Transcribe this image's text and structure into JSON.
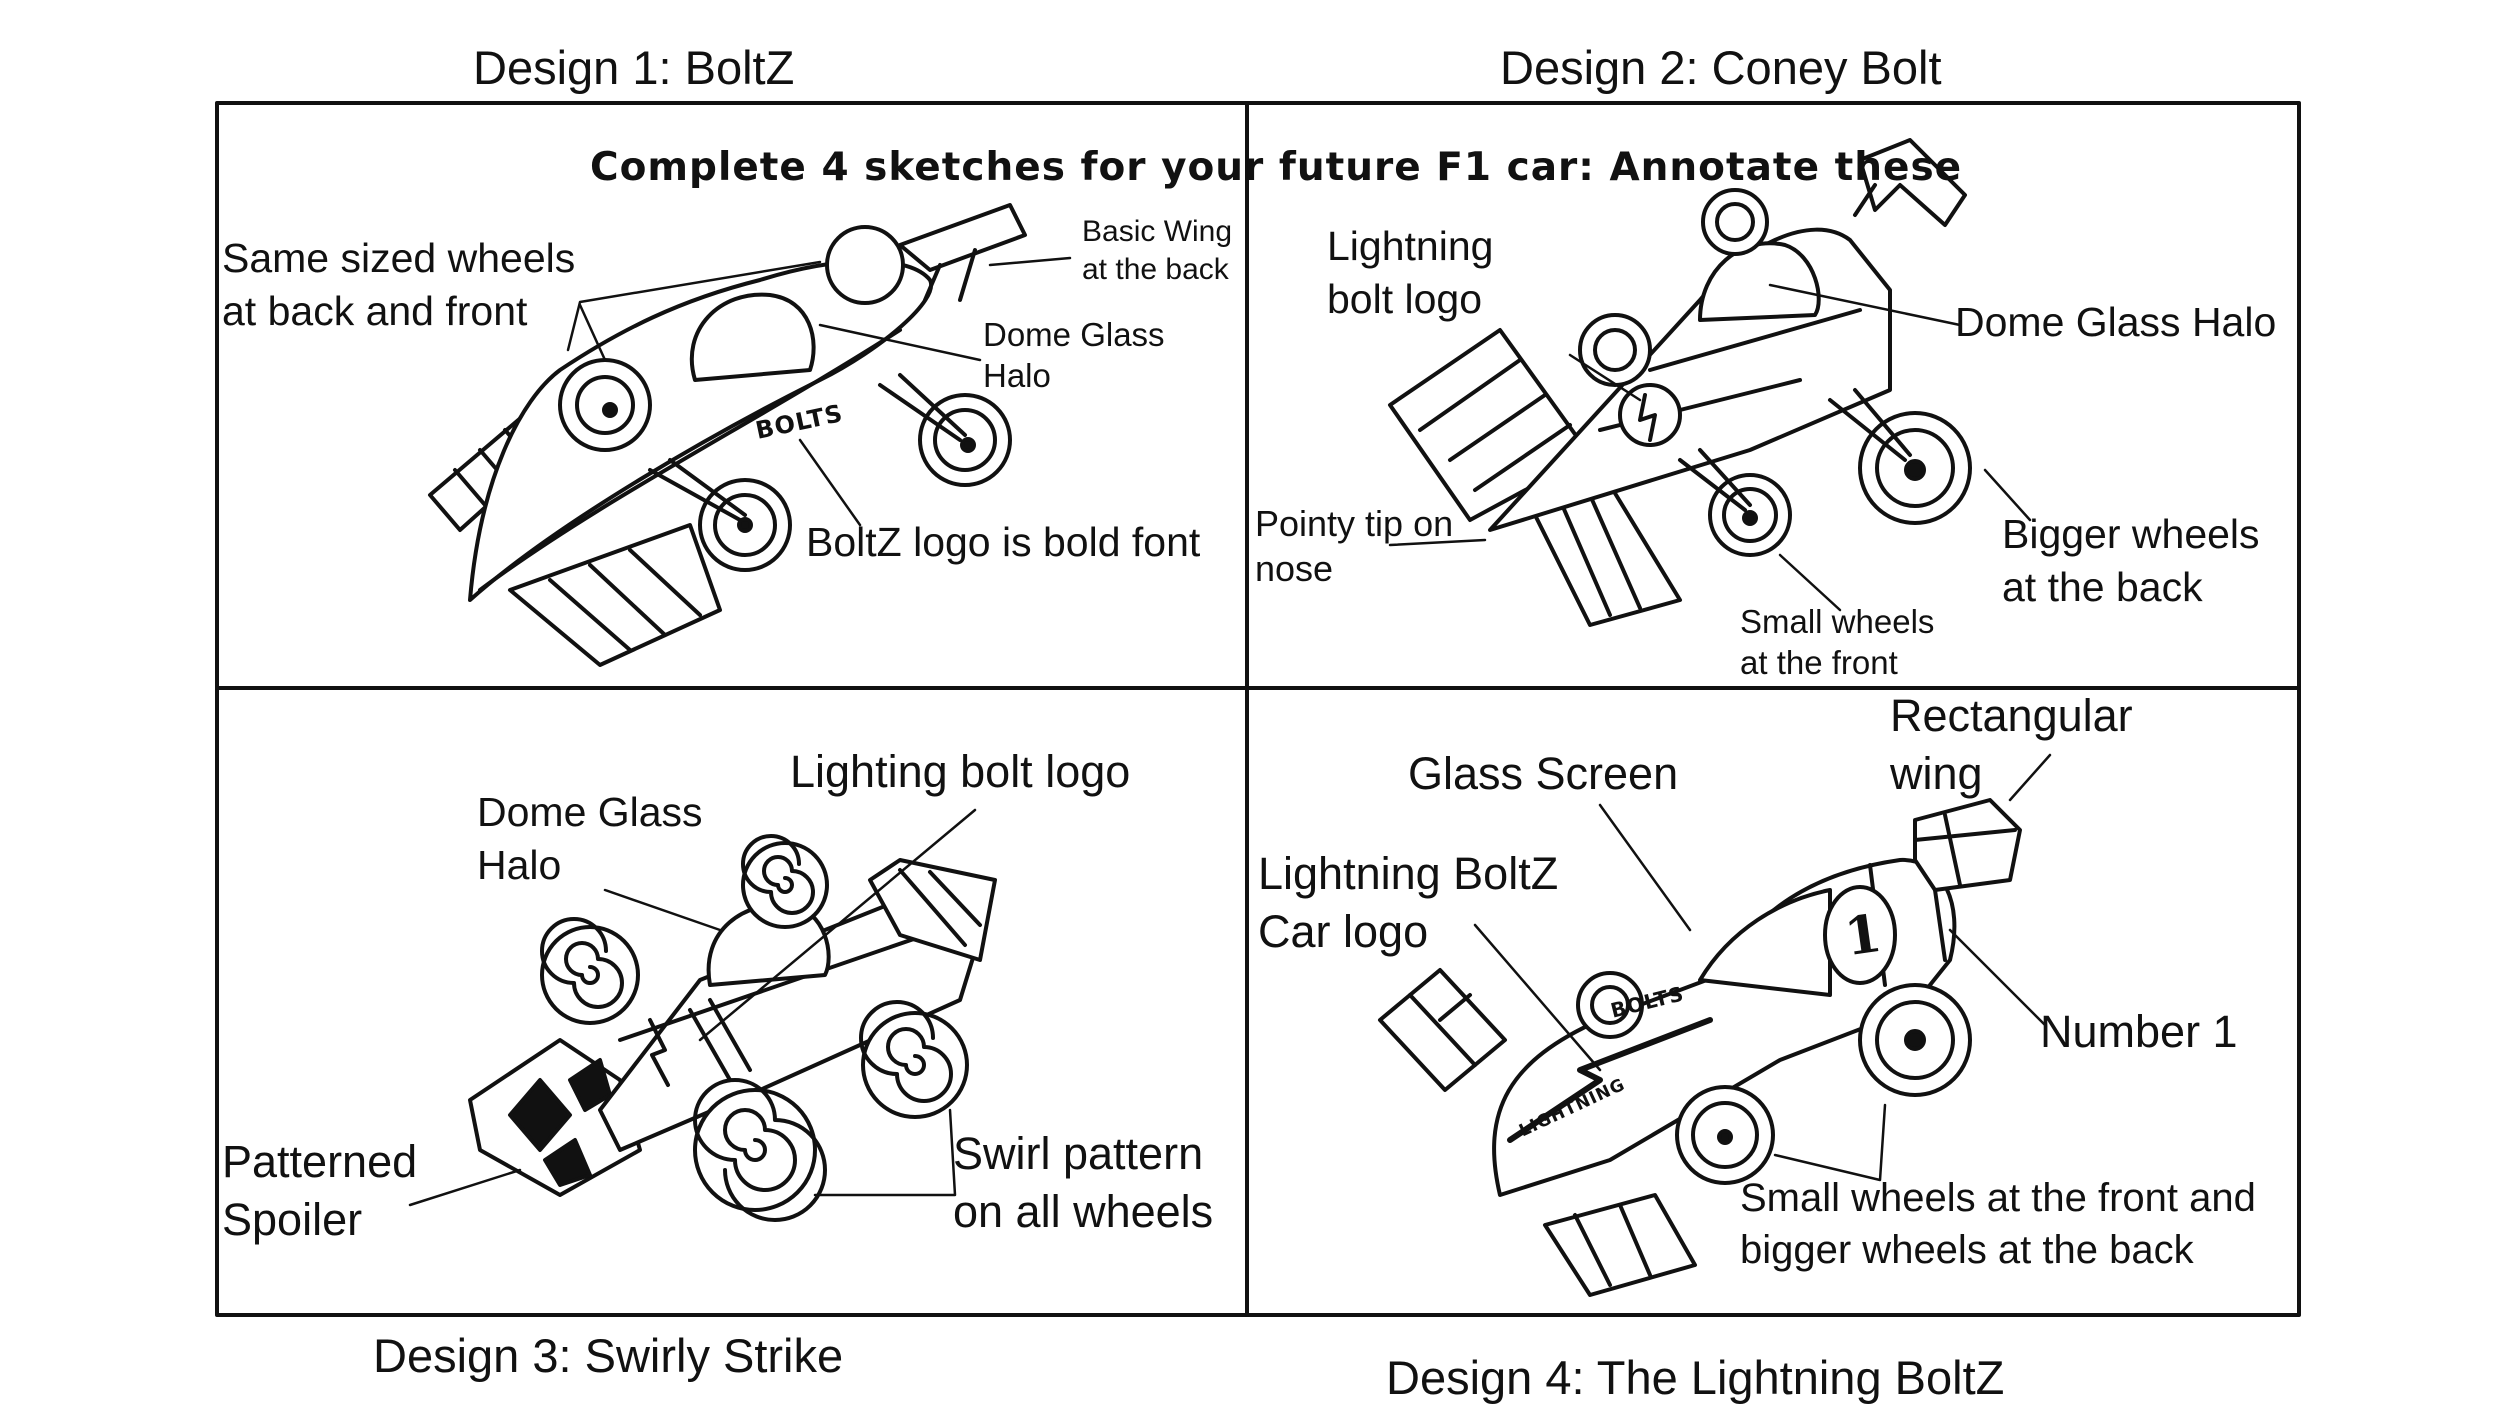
{
  "captions": {
    "d1": "Design 1: BoltZ",
    "d2": "Design 2: Coney Bolt",
    "d3": "Design 3: Swirly Strike",
    "d4": "Design 4: The Lightning BoltZ"
  },
  "header_note": "Complete 4 sketches for your future F1 car: Annotate these",
  "panel1": {
    "wheels": [
      "Same sized wheels",
      "at back and front"
    ],
    "wing": [
      "Basic Wing",
      "at the back"
    ],
    "halo": [
      "Dome Glass",
      "Halo"
    ],
    "logo": "BoltZ logo is bold font",
    "car_text": "BOLTS"
  },
  "panel2": {
    "logo": [
      "Lightning",
      "bolt logo"
    ],
    "halo": "Dome Glass Halo",
    "tip": [
      "Pointy tip on",
      "nose"
    ],
    "big_wheels": [
      "Bigger wheels",
      "at the back"
    ],
    "small_wheels": [
      "Small wheels",
      "at the front"
    ]
  },
  "panel3": {
    "halo": [
      "Dome Glass",
      "Halo"
    ],
    "logo": "Lighting bolt logo",
    "spoiler": [
      "Patterned",
      "Spoiler"
    ],
    "swirl": [
      "Swirl pattern",
      "on all wheels"
    ]
  },
  "panel4": {
    "screen": "Glass Screen",
    "wing": [
      "Rectangular",
      "wing"
    ],
    "logo": [
      "Lightning BoltZ",
      "Car logo"
    ],
    "number": "Number 1",
    "wheels": [
      "Small wheels at the front and",
      "bigger wheels at the back"
    ],
    "car_text_top": "BOLTS",
    "car_text_side": "LIGHTNING",
    "car_number": "1"
  }
}
